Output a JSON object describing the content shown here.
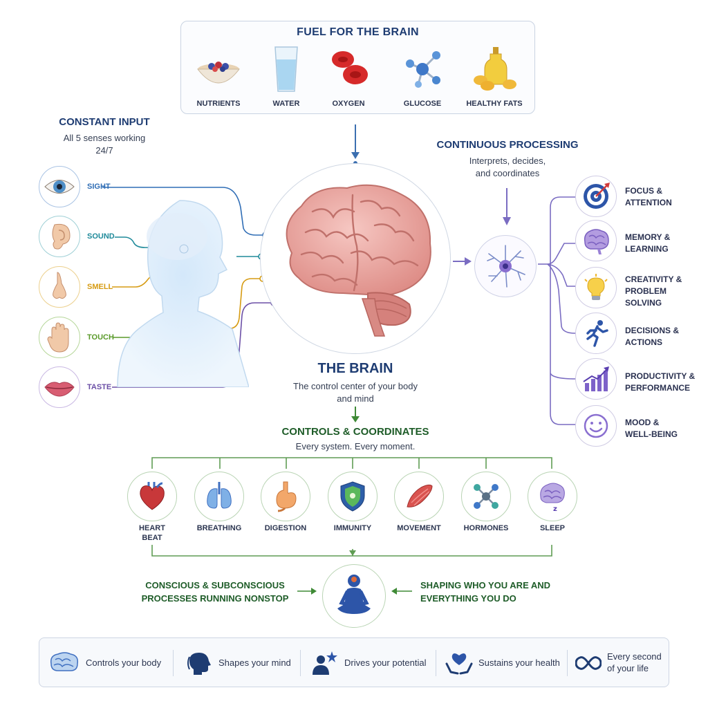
{
  "fuel": {
    "title": "FUEL FOR THE BRAIN",
    "items": [
      {
        "label": "NUTRIENTS",
        "icon": "cereal-bowl-icon"
      },
      {
        "label": "WATER",
        "icon": "water-glass-icon"
      },
      {
        "label": "OXYGEN",
        "icon": "red-blood-cell-icon"
      },
      {
        "label": "GLUCOSE",
        "icon": "molecule-icon"
      },
      {
        "label": "HEALTHY FATS",
        "icon": "oil-bottle-icon"
      }
    ]
  },
  "input": {
    "title": "CONSTANT INPUT",
    "subtitle_line1": "All 5 senses working",
    "subtitle_line2": "24/7",
    "senses": [
      {
        "label": "SIGHT",
        "icon": "eye-icon",
        "color": "#2f6db5"
      },
      {
        "label": "SOUND",
        "icon": "ear-icon",
        "color": "#1f8a9a"
      },
      {
        "label": "SMELL",
        "icon": "nose-icon",
        "color": "#d69b12"
      },
      {
        "label": "TOUCH",
        "icon": "hand-icon",
        "color": "#5a9a2a"
      },
      {
        "label": "TASTE",
        "icon": "lips-icon",
        "color": "#6b4fa6"
      }
    ]
  },
  "brain": {
    "title": "THE BRAIN",
    "subtitle_line1": "The control center of your body",
    "subtitle_line2": "and mind"
  },
  "processing": {
    "title": "CONTINUOUS PROCESSING",
    "subtitle_line1": "Interprets, decides,",
    "subtitle_line2": "and coordinates",
    "outputs": [
      {
        "line1": "FOCUS &",
        "line2": "ATTENTION",
        "line3": "",
        "icon": "target-icon"
      },
      {
        "line1": "MEMORY &",
        "line2": "LEARNING",
        "line3": "",
        "icon": "brain-icon"
      },
      {
        "line1": "CREATIVITY &",
        "line2": "PROBLEM",
        "line3": "SOLVING",
        "icon": "lightbulb-icon"
      },
      {
        "line1": "DECISIONS &",
        "line2": "ACTIONS",
        "line3": "",
        "icon": "running-person-icon"
      },
      {
        "line1": "PRODUCTIVITY &",
        "line2": "PERFORMANCE",
        "line3": "",
        "icon": "bar-chart-icon"
      },
      {
        "line1": "MOOD &",
        "line2": "WELL-BEING",
        "line3": "",
        "icon": "smiley-icon"
      }
    ]
  },
  "controls": {
    "title": "CONTROLS & COORDINATES",
    "subtitle": "Every system. Every moment.",
    "systems": [
      {
        "line1": "HEART",
        "line2": "BEAT",
        "icon": "heart-icon"
      },
      {
        "line1": "BREATHING",
        "line2": "",
        "icon": "lungs-icon"
      },
      {
        "line1": "DIGESTION",
        "line2": "",
        "icon": "stomach-icon"
      },
      {
        "line1": "IMMUNITY",
        "line2": "",
        "icon": "shield-icon"
      },
      {
        "line1": "MOVEMENT",
        "line2": "",
        "icon": "muscle-icon"
      },
      {
        "line1": "HORMONES",
        "line2": "",
        "icon": "molecule-icon"
      },
      {
        "line1": "SLEEP",
        "line2": "",
        "icon": "sleeping-brain-icon"
      }
    ]
  },
  "processes": {
    "left_line1": "CONSCIOUS & SUBCONSCIOUS",
    "left_line2": "PROCESSES RUNNING NONSTOP",
    "right_line1": "SHAPING WHO YOU ARE AND",
    "right_line2": "EVERYTHING YOU DO",
    "center_icon": "meditating-person-icon"
  },
  "footer": {
    "items": [
      {
        "line1": "Controls your body",
        "line2": "",
        "icon": "brain-icon"
      },
      {
        "line1": "Shapes your mind",
        "line2": "",
        "icon": "head-profile-icon"
      },
      {
        "line1": "Drives your potential",
        "line2": "",
        "icon": "person-star-icon"
      },
      {
        "line1": "Sustains your health",
        "line2": "",
        "icon": "hands-heart-icon"
      },
      {
        "line1": "Every second",
        "line2": "of your life",
        "icon": "infinity-icon"
      }
    ]
  },
  "colors": {
    "navy": "#1e3c72",
    "green": "#1e5c28",
    "purple": "#6b4fa6"
  }
}
